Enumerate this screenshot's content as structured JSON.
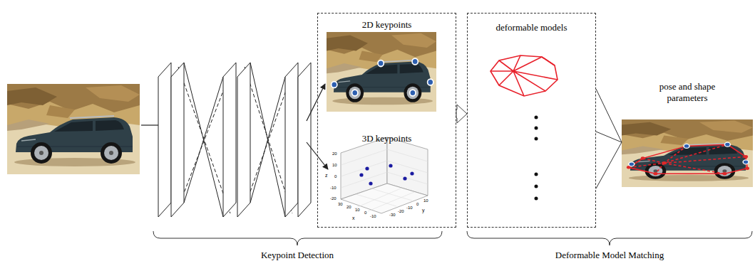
{
  "diagram": {
    "nodes": [
      {
        "text": [
          "2D keypoints",
          "3D keypoints"
        ]
      },
      {
        "text": [
          "deformable models"
        ]
      },
      {
        "text": [
          "pose and shape parameters"
        ]
      }
    ],
    "edges": [
      {
        "from": 0,
        "to": 1,
        "arrow": "to"
      },
      {
        "from": 1,
        "to": 2,
        "arrow": "none"
      },
      {
        "from": 1,
        "to": 2,
        "arrow": "none"
      },
      {
        "from": 1,
        "to": 2,
        "arrow": "none"
      }
    ],
    "labels": [
      "Keypoint Detection",
      "Deformable Model Matching",
      "20",
      "10",
      "0",
      "-10",
      "-20",
      "30",
      "20",
      "10",
      "0",
      "-10",
      "-30",
      "-20",
      "-10",
      "0",
      "10",
      "x",
      "y",
      "z"
    ]
  }
}
